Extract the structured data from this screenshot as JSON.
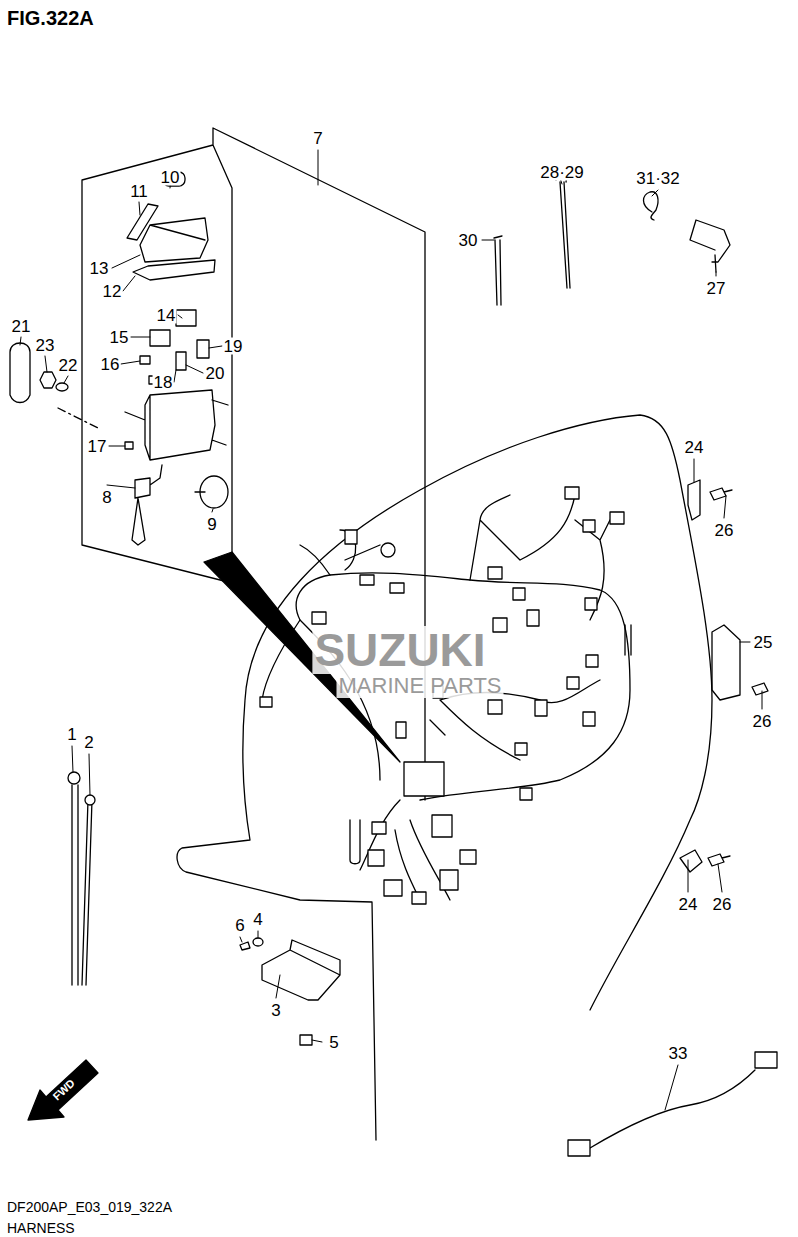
{
  "diagram": {
    "title": "FIG.322A",
    "labels": [
      "7",
      "10",
      "11",
      "13",
      "12",
      "14",
      "15",
      "19",
      "16",
      "18",
      "20",
      "17",
      "8",
      "9",
      "21",
      "23",
      "22",
      "28·29",
      "31·32",
      "30",
      "27",
      "24",
      "26",
      "25",
      "26",
      "1",
      "2",
      "6",
      "4",
      "3",
      "5",
      "24",
      "26",
      "33",
      "FWD",
      "SUZUKI",
      "MARINE PARTS",
      "DF200AP_E03_019_322A",
      "HARNESS"
    ]
  }
}
